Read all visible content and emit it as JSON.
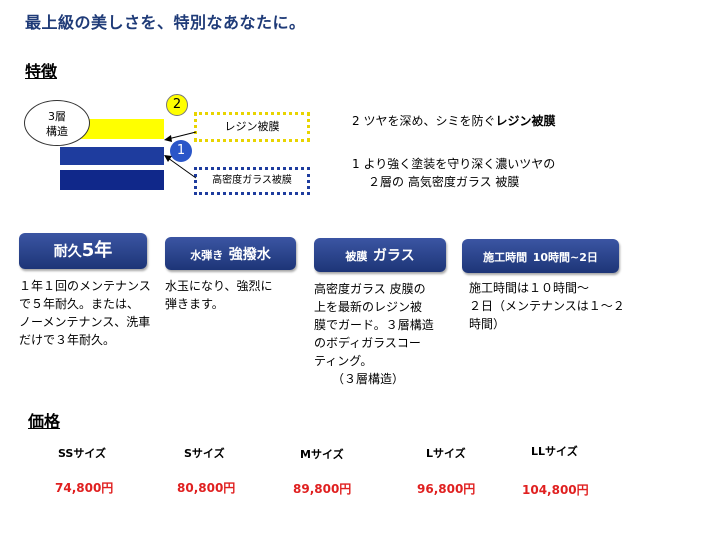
{
  "headline": "最上級の美しさを、特別なあなたに。",
  "features_heading": "特徴",
  "diagram": {
    "structure_label_line1": "3層",
    "structure_label_line2": "構造",
    "badge2": "2",
    "badge1": "1",
    "callout_resin": "レジン被膜",
    "callout_glass": "高密度ガラス被膜",
    "desc2_prefix": "2  ツヤを深め、シミを防ぐ",
    "desc2_bold": "レジン被膜",
    "desc1_line1": "1  より強く塗装を守り深く濃いツヤの",
    "desc1_line2": "２層の 高気密度ガラス 被膜",
    "colors": {
      "yellow": "#ffff00",
      "blue": "#1e3c9e",
      "navy": "#10288a"
    }
  },
  "features": [
    {
      "title_small": "耐久",
      "title_big": "5年",
      "body": [
        "１年１回のメンテナンス",
        "で５年耐久。または、",
        "ノーメンテナンス、洗車",
        "だけで３年耐久。"
      ]
    },
    {
      "title_small": "水弾き",
      "title_big": "強撥水",
      "body": [
        "水玉になり、強烈に",
        "弾きます。"
      ]
    },
    {
      "title_small": "被膜",
      "title_big": "ガラス",
      "body": [
        "高密度ガラス 皮膜の",
        "上を最新のレジン被",
        "膜でガード。３層構造",
        "のボディガラスコー",
        "ティング。",
        "　　（３層構造）"
      ]
    },
    {
      "title_small": "施工時間",
      "title_big": "10時間~2日",
      "body": [
        "施工時間は１０時間～",
        "２日（メンテナンスは１～２",
        "時間）"
      ]
    }
  ],
  "price_heading": "価格",
  "prices": [
    {
      "size": "SSサイズ",
      "price": "74,800円"
    },
    {
      "size": "Sサイズ",
      "price": "80,800円"
    },
    {
      "size": "Mサイズ",
      "price": "89,800円"
    },
    {
      "size": "Lサイズ",
      "price": "96,800円"
    },
    {
      "size": "LLサイズ",
      "price": "104,800円"
    }
  ]
}
